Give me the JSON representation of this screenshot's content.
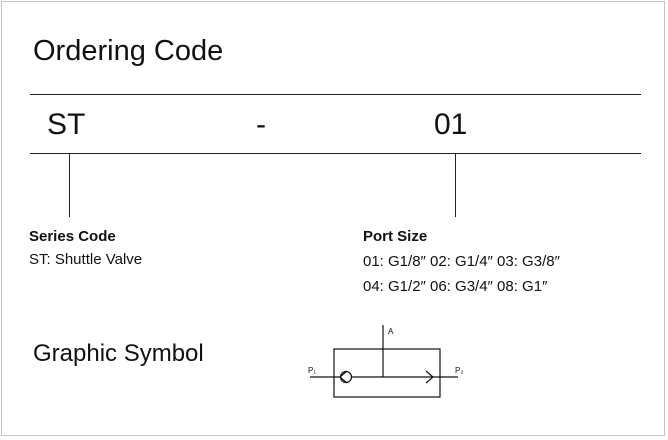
{
  "header": {
    "title": "Ordering Code"
  },
  "ordering_code": {
    "series": "ST",
    "separator": "-",
    "port": "01"
  },
  "series_code": {
    "title": "Series Code",
    "text": "ST:  Shuttle Valve"
  },
  "port_size": {
    "title": "Port Size",
    "rows": [
      "01:  G1/8″   02: G1/4″   03: G3/8″",
      "04: G1/2″   06: G3/4″   08: G1″"
    ]
  },
  "graphic_symbol": {
    "title": "Graphic Symbol",
    "labels": {
      "a": "A",
      "p1": "P₁",
      "p2": "P₂"
    }
  }
}
